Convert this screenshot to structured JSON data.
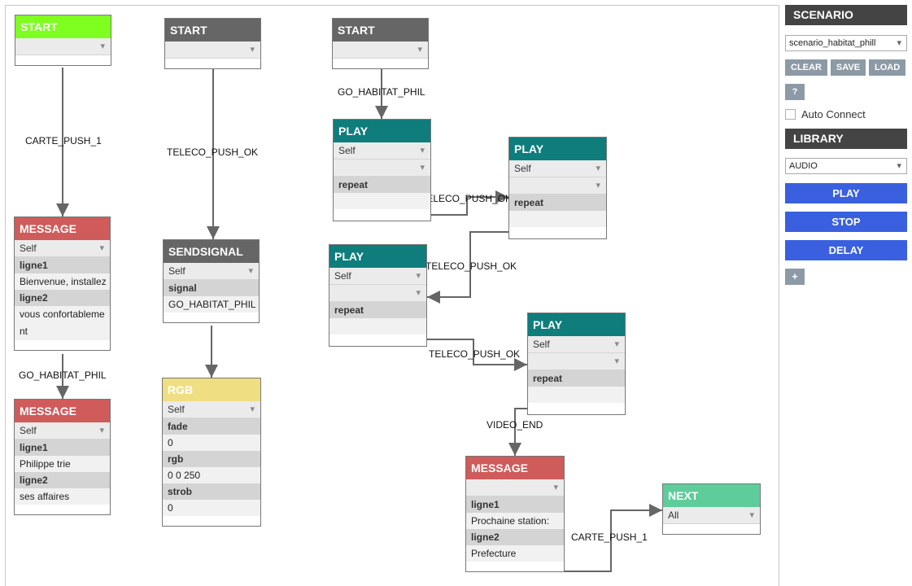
{
  "colors": {
    "start_green": "#7fff20",
    "node_dark": "#666666",
    "message": "#cf5b5b",
    "play": "#0e7d7c",
    "rgb": "#f0df82",
    "next": "#5fcc9c",
    "library_button": "#3a60e0",
    "sidebar_button": "#8c9aa6"
  },
  "nodes": {
    "start1": {
      "title": "START",
      "select": ""
    },
    "start2": {
      "title": "START",
      "select": ""
    },
    "start3": {
      "title": "START",
      "select": ""
    },
    "message1": {
      "title": "MESSAGE",
      "select": "Self",
      "label1": "ligne1",
      "value1": "Bienvenue, installez",
      "label2": "ligne2",
      "value2": "vous confortablement"
    },
    "message2": {
      "title": "MESSAGE",
      "select": "Self",
      "label1": "ligne1",
      "value1": "Philippe trie",
      "label2": "ligne2",
      "value2": "ses affaires"
    },
    "sendsignal": {
      "title": "SENDSIGNAL",
      "select": "Self",
      "label1": "signal",
      "value1": "GO_HABITAT_PHIL"
    },
    "rgb": {
      "title": "RGB",
      "select": "Self",
      "label1": "fade",
      "value1": "0",
      "label2": "rgb",
      "value2": "0 0 250",
      "label3": "strob",
      "value3": "0"
    },
    "play1": {
      "title": "PLAY",
      "select": "Self",
      "select2": "",
      "label1": "repeat",
      "value1": ""
    },
    "play2": {
      "title": "PLAY",
      "select": "Self",
      "select2": "",
      "label1": "repeat",
      "value1": ""
    },
    "play3": {
      "title": "PLAY",
      "select": "Self",
      "select2": "",
      "label1": "repeat",
      "value1": ""
    },
    "play4": {
      "title": "PLAY",
      "select": "Self",
      "select2": "",
      "label1": "repeat",
      "value1": ""
    },
    "message3": {
      "title": "MESSAGE",
      "select": "",
      "label1": "ligne1",
      "value1": "Prochaine station:",
      "label2": "ligne2",
      "value2": "Prefecture"
    },
    "next": {
      "title": "NEXT",
      "select": "All"
    }
  },
  "wires": {
    "w1": "CARTE_PUSH_1",
    "w2": "GO_HABITAT_PHIL",
    "w3": "TELECO_PUSH_OK",
    "w4": "GO_HABITAT_PHIL",
    "w5": "TELECO_PUSH_OK",
    "w6": "TELECO_PUSH_OK",
    "w7": "TELECO_PUSH_OK",
    "w8": "VIDEO_END",
    "w9": "CARTE_PUSH_1"
  },
  "sidebar": {
    "scenario_header": "SCENARIO",
    "scenario_select": "scenario_habitat_phill",
    "clear_label": "CLEAR",
    "save_label": "SAVE",
    "load_label": "LOAD",
    "help_label": "?",
    "auto_connect_label": "Auto Connect",
    "library_header": "LIBRARY",
    "library_select": "AUDIO",
    "play_label": "PLAY",
    "stop_label": "STOP",
    "delay_label": "DELAY",
    "add_label": "+"
  }
}
